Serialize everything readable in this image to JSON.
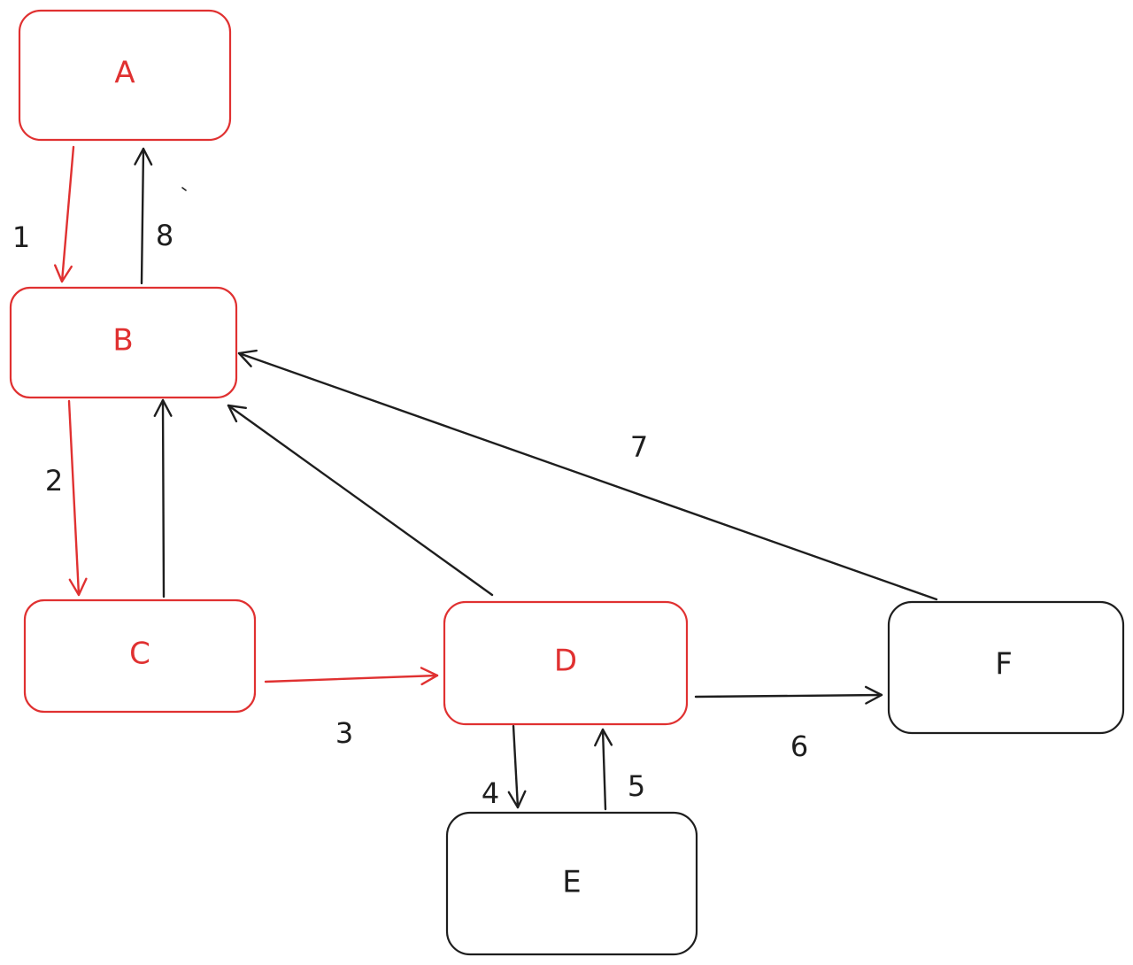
{
  "colors": {
    "highlight": "#e03131",
    "default": "#1e1e1e",
    "background": "#ffffff"
  },
  "nodes": [
    {
      "id": "A",
      "label": "A",
      "highlighted": true
    },
    {
      "id": "B",
      "label": "B",
      "highlighted": true
    },
    {
      "id": "C",
      "label": "C",
      "highlighted": true
    },
    {
      "id": "D",
      "label": "D",
      "highlighted": true
    },
    {
      "id": "E",
      "label": "E",
      "highlighted": false
    },
    {
      "id": "F",
      "label": "F",
      "highlighted": false
    }
  ],
  "edges": [
    {
      "from": "A",
      "to": "B",
      "label": "1",
      "highlighted": true
    },
    {
      "from": "B",
      "to": "C",
      "label": "2",
      "highlighted": true
    },
    {
      "from": "C",
      "to": "D",
      "label": "3",
      "highlighted": true
    },
    {
      "from": "D",
      "to": "E",
      "label": "4",
      "highlighted": false
    },
    {
      "from": "E",
      "to": "D",
      "label": "5",
      "highlighted": false
    },
    {
      "from": "D",
      "to": "F",
      "label": "6",
      "highlighted": false
    },
    {
      "from": "F",
      "to": "B",
      "label": "7",
      "highlighted": false
    },
    {
      "from": "B",
      "to": "A",
      "label": "8",
      "highlighted": false
    },
    {
      "from": "C",
      "to": "B",
      "label": "",
      "highlighted": false
    },
    {
      "from": "D",
      "to": "B",
      "label": "",
      "highlighted": false
    }
  ]
}
